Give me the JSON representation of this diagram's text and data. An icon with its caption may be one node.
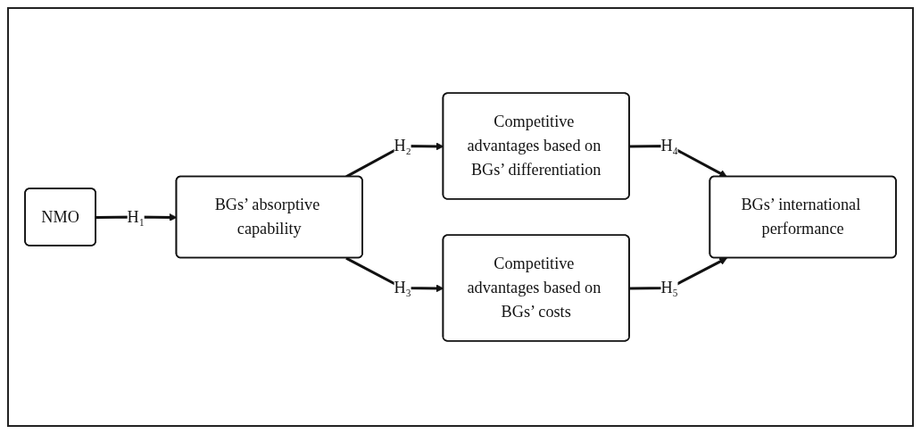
{
  "diagram": {
    "nodes": [
      {
        "text": [
          "NMO"
        ]
      },
      {
        "text": [
          "BGs’ absorptive capability"
        ]
      },
      {
        "text": [
          "Competitive advantages based on BGs’ differentiation"
        ]
      },
      {
        "text": [
          "Competitive advantages based on BGs’ costs"
        ]
      },
      {
        "text": [
          "BGs’ international performance"
        ]
      }
    ],
    "edges": [
      {
        "from": 0,
        "to": 1,
        "arrow": "to",
        "label": "H₁"
      },
      {
        "from": 1,
        "to": 2,
        "arrow": "to",
        "label": "H₂"
      },
      {
        "from": 1,
        "to": 3,
        "arrow": "to",
        "label": "H₃"
      },
      {
        "from": 2,
        "to": 4,
        "arrow": "to",
        "label": "H₄"
      },
      {
        "from": 3,
        "to": 4,
        "arrow": "to",
        "label": "H₅"
      }
    ]
  }
}
